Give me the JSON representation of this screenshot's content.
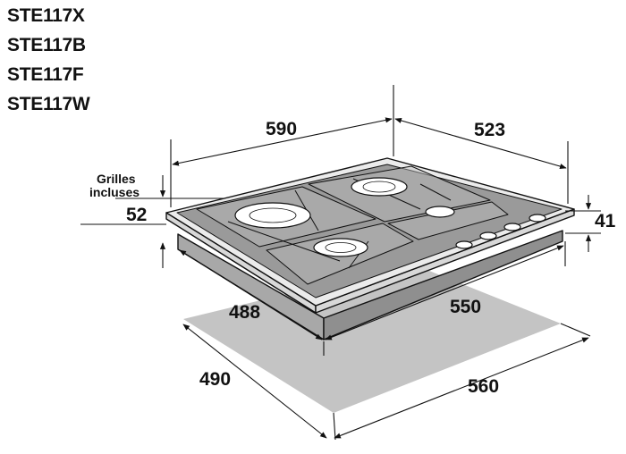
{
  "models": [
    "STE117X",
    "STE117B",
    "STE117F",
    "STE117W"
  ],
  "note": {
    "line1": "Grilles",
    "line2": "incluses"
  },
  "dimensions": {
    "width_top": "590",
    "depth_top": "523",
    "grille_height": "52",
    "hob_height": "41",
    "cutout_depth_inner": "488",
    "cutout_width_inner": "550",
    "cutout_depth": "490",
    "cutout_width": "560"
  },
  "colors": {
    "line": "#111111",
    "cutout": "#c4c4c4",
    "glass": "#9a9a9a",
    "frame": "#ebebeb",
    "grille": "#bdbdbd",
    "burner": "#ffffff"
  }
}
